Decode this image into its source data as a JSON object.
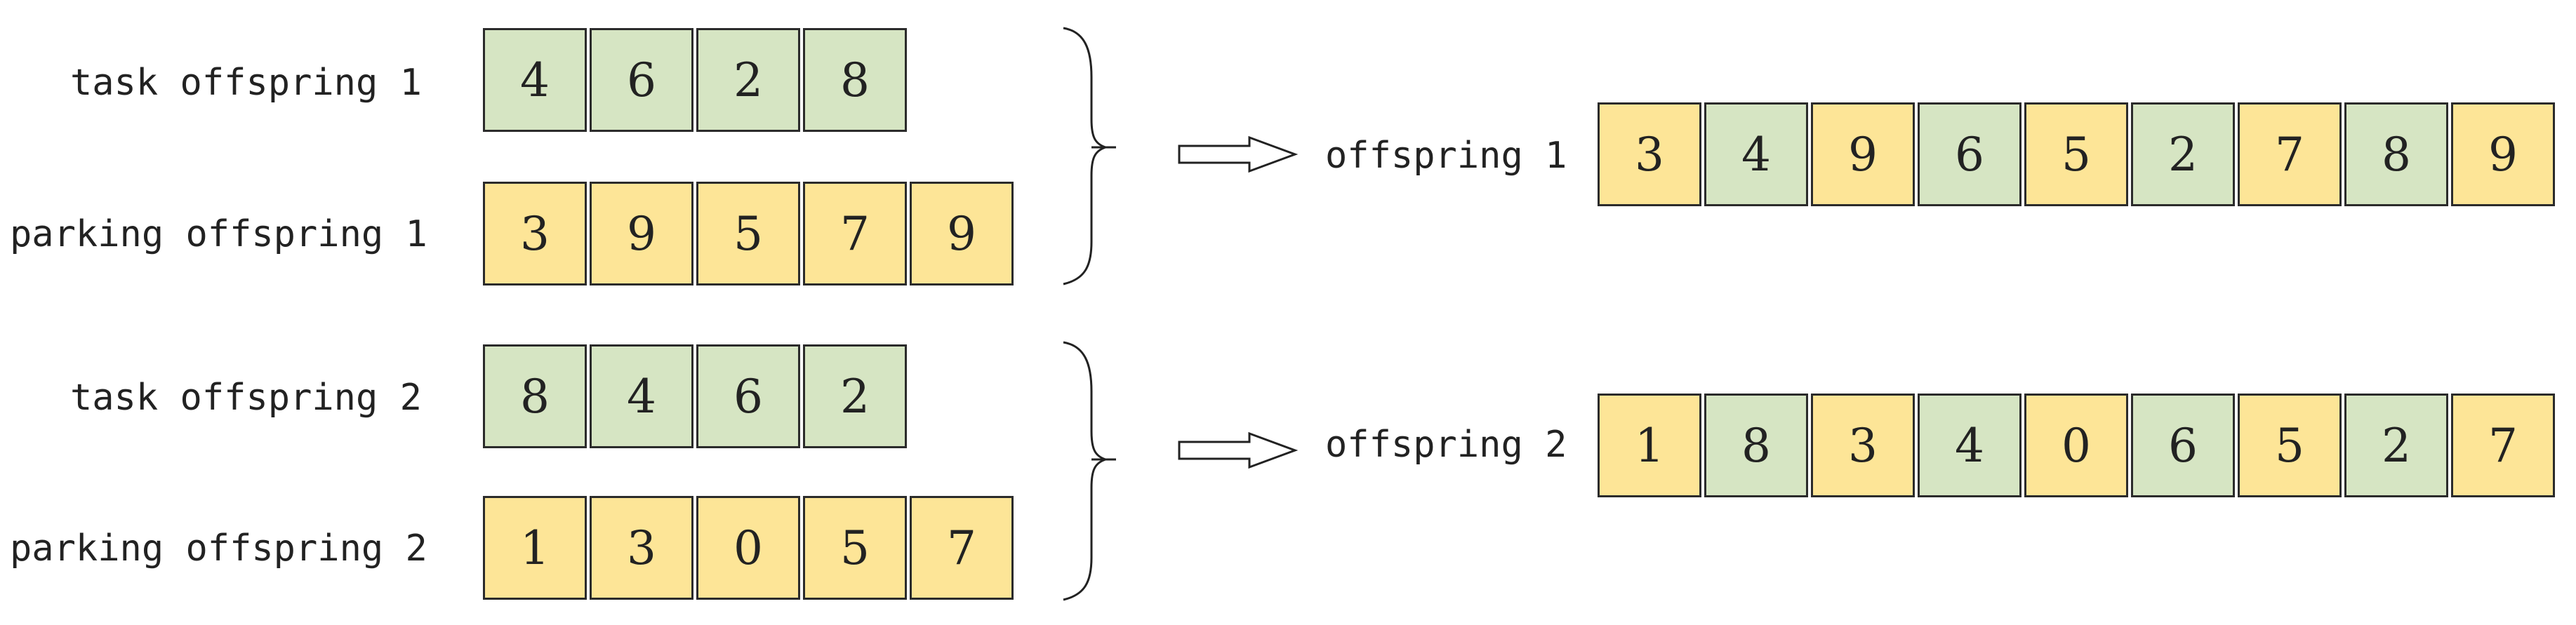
{
  "colors": {
    "task": "#d6e5c3",
    "parking": "#fde597",
    "border": "#2b2b2b"
  },
  "groups": [
    {
      "task_label": "task offspring 1",
      "task_cells": [
        "4",
        "6",
        "2",
        "8"
      ],
      "parking_label": "parking offspring 1",
      "parking_cells": [
        "3",
        "9",
        "5",
        "7",
        "9"
      ],
      "result_label": "offspring 1",
      "result_cells": [
        {
          "v": "3",
          "k": "parking"
        },
        {
          "v": "4",
          "k": "task"
        },
        {
          "v": "9",
          "k": "parking"
        },
        {
          "v": "6",
          "k": "task"
        },
        {
          "v": "5",
          "k": "parking"
        },
        {
          "v": "2",
          "k": "task"
        },
        {
          "v": "7",
          "k": "parking"
        },
        {
          "v": "8",
          "k": "task"
        },
        {
          "v": "9",
          "k": "parking"
        }
      ]
    },
    {
      "task_label": "task offspring 2",
      "task_cells": [
        "8",
        "4",
        "6",
        "2"
      ],
      "parking_label": "parking offspring 2",
      "parking_cells": [
        "1",
        "3",
        "0",
        "5",
        "7"
      ],
      "result_label": "offspring 2",
      "result_cells": [
        {
          "v": "1",
          "k": "parking"
        },
        {
          "v": "8",
          "k": "task"
        },
        {
          "v": "3",
          "k": "parking"
        },
        {
          "v": "4",
          "k": "task"
        },
        {
          "v": "0",
          "k": "parking"
        },
        {
          "v": "6",
          "k": "task"
        },
        {
          "v": "5",
          "k": "parking"
        },
        {
          "v": "2",
          "k": "task"
        },
        {
          "v": "7",
          "k": "parking"
        }
      ]
    }
  ]
}
